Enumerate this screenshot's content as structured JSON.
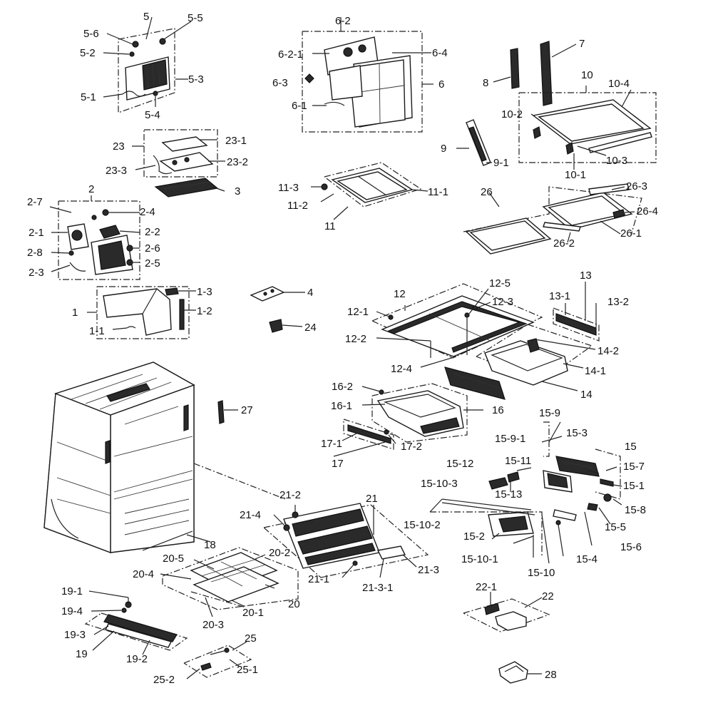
{
  "labels": {
    "5": "5",
    "5-6": "5-6",
    "5-5": "5-5",
    "5-2": "5-2",
    "5-3": "5-3",
    "5-1": "5-1",
    "5-4": "5-4",
    "6-2": "6-2",
    "6-2-1": "6-2-1",
    "6-4": "6-4",
    "6-3": "6-3",
    "6": "6",
    "6-1": "6-1",
    "7": "7",
    "8": "8",
    "10": "10",
    "10-4": "10-4",
    "10-2": "10-2",
    "10-3": "10-3",
    "10-1": "10-1",
    "9": "9",
    "9-1": "9-1",
    "23": "23",
    "23-1": "23-1",
    "23-2": "23-2",
    "23-3": "23-3",
    "3": "3",
    "11-3": "11-3",
    "11-1": "11-1",
    "11-2": "11-2",
    "11": "11",
    "26": "26",
    "26-3": "26-3",
    "26-4": "26-4",
    "26-1": "26-1",
    "26-2": "26-2",
    "2": "2",
    "2-7": "2-7",
    "2-4": "2-4",
    "2-1": "2-1",
    "2-2": "2-2",
    "2-8": "2-8",
    "2-6": "2-6",
    "2-3": "2-3",
    "2-5": "2-5",
    "1-3": "1-3",
    "1": "1",
    "1-2": "1-2",
    "1-1": "1-1",
    "4": "4",
    "24": "24",
    "12": "12",
    "12-5": "12-5",
    "12-1": "12-1",
    "12-3": "12-3",
    "12-2": "12-2",
    "12-4": "12-4",
    "13": "13",
    "13-1": "13-1",
    "13-2": "13-2",
    "14-2": "14-2",
    "14-1": "14-1",
    "14": "14",
    "16-2": "16-2",
    "16-1": "16-1",
    "16": "16",
    "27": "27",
    "17-1": "17-1",
    "17-2": "17-2",
    "17": "17",
    "15-9": "15-9",
    "15-9-1": "15-9-1",
    "15-3": "15-3",
    "15": "15",
    "15-12": "15-12",
    "15-11": "15-11",
    "15-7": "15-7",
    "15-10-3": "15-10-3",
    "15-1": "15-1",
    "15-13": "15-13",
    "15-8": "15-8",
    "15-10-2": "15-10-2",
    "15-2": "15-2",
    "15-5": "15-5",
    "15-6": "15-6",
    "15-10-1": "15-10-1",
    "15-4": "15-4",
    "15-10": "15-10",
    "21-2": "21-2",
    "21": "21",
    "21-4": "21-4",
    "18": "18",
    "20-5": "20-5",
    "20-2": "20-2",
    "20-4": "20-4",
    "21-3": "21-3",
    "21-1": "21-1",
    "21-3-1": "21-3-1",
    "20": "20",
    "20-1": "20-1",
    "20-3": "20-3",
    "19-1": "19-1",
    "19-4": "19-4",
    "19-3": "19-3",
    "19": "19",
    "19-2": "19-2",
    "25": "25",
    "25-1": "25-1",
    "25-2": "25-2",
    "22-1": "22-1",
    "22": "22",
    "28": "28"
  }
}
